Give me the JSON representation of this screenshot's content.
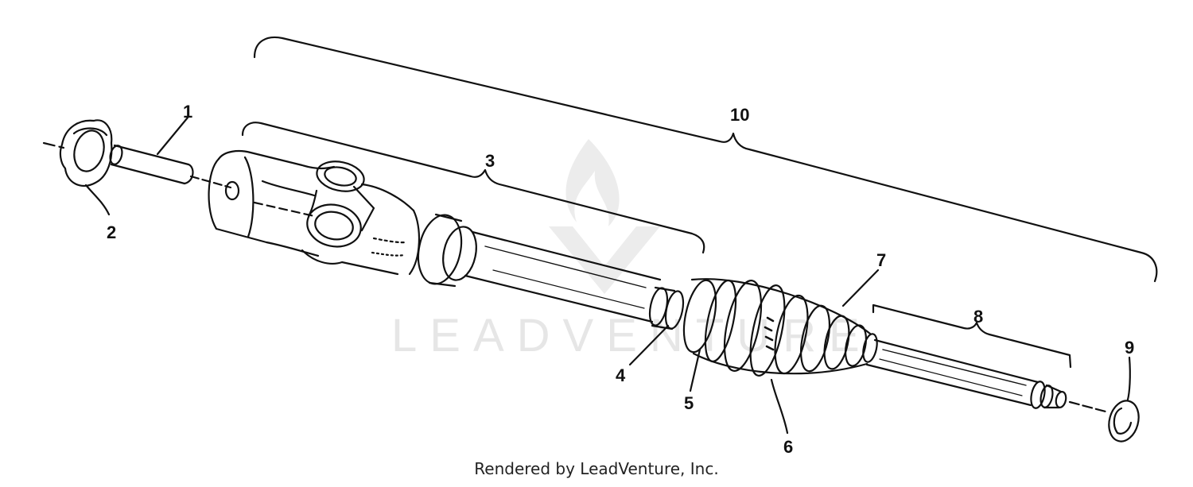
{
  "diagram": {
    "callouts": [
      {
        "id": "1",
        "text": "1"
      },
      {
        "id": "2",
        "text": "2"
      },
      {
        "id": "3",
        "text": "3"
      },
      {
        "id": "4",
        "text": "4"
      },
      {
        "id": "5",
        "text": "5"
      },
      {
        "id": "6",
        "text": "6"
      },
      {
        "id": "7",
        "text": "7"
      },
      {
        "id": "8",
        "text": "8"
      },
      {
        "id": "9",
        "text": "9"
      },
      {
        "id": "10",
        "text": "10"
      }
    ]
  },
  "watermark": {
    "text": "LEADVENTURE"
  },
  "footer": {
    "credit": "Rendered by LeadVenture, Inc."
  },
  "colors": {
    "line": "#111111",
    "watermark": "#e6e6e6",
    "background": "#ffffff"
  }
}
